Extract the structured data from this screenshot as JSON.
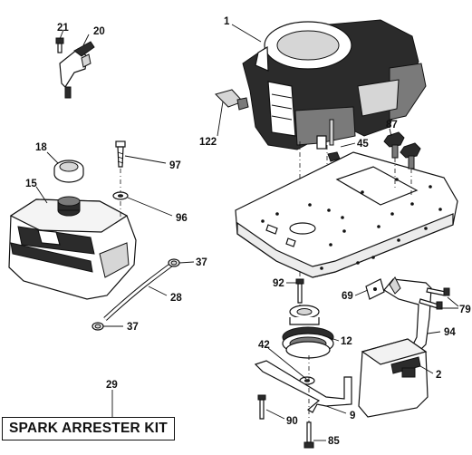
{
  "callouts": {
    "c1": "1",
    "c2": "2",
    "c9": "9",
    "c12": "12",
    "c15": "15",
    "c18": "18",
    "c20": "20",
    "c21": "21",
    "c28": "28",
    "c29": "29",
    "c37a": "37",
    "c37b": "37",
    "c42": "42",
    "c45": "45",
    "c69": "69",
    "c79": "79",
    "c85": "85",
    "c87": "87",
    "c90": "90",
    "c92": "92",
    "c94": "94",
    "c96": "96",
    "c97": "97",
    "c122": "122"
  },
  "kit_box": {
    "label": "SPARK ARRESTER KIT"
  }
}
